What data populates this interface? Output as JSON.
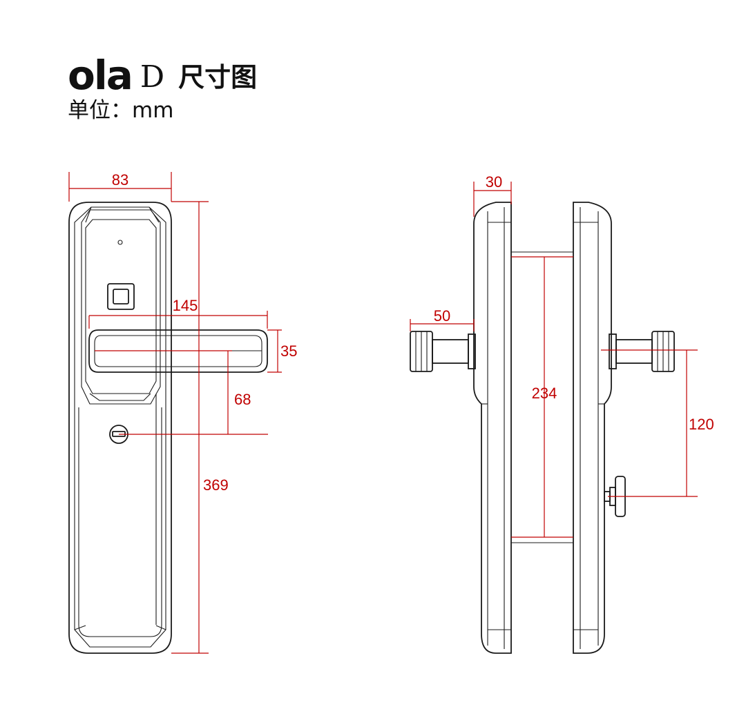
{
  "header": {
    "logo_text": "ola",
    "logo_suffix": "D",
    "title": "尺寸图",
    "unit_label": "单位：mm"
  },
  "dimensions": {
    "front_width": "83",
    "handle_length": "145",
    "handle_height": "35",
    "handle_to_key": "68",
    "total_height": "369",
    "side_thickness": "30",
    "spindle_length": "50",
    "door_range": "234",
    "spindle_to_knob": "120"
  },
  "colors": {
    "dimension_lines": "#c00000",
    "outline": "#1a1a1a"
  }
}
